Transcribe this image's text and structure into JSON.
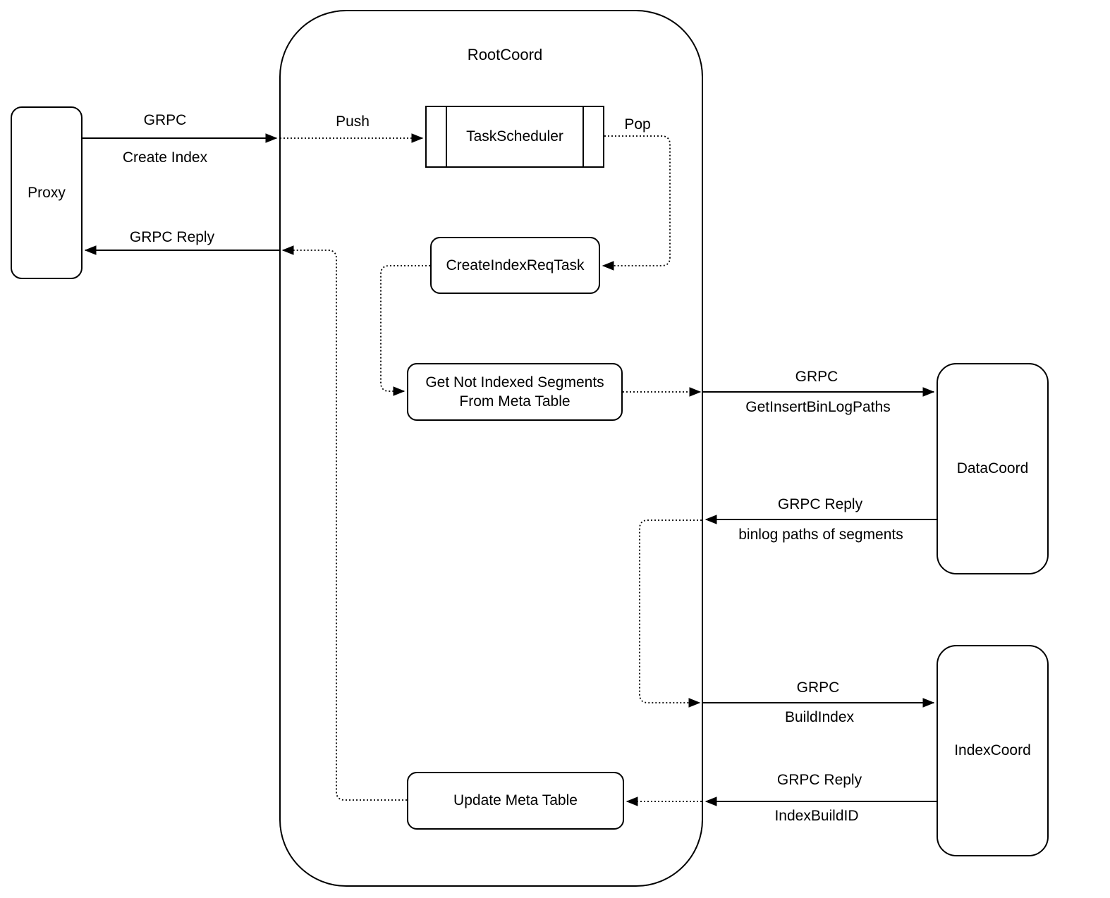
{
  "diagram": {
    "container": {
      "title": "RootCoord"
    },
    "nodes": {
      "proxy": {
        "label": "Proxy"
      },
      "task_scheduler": {
        "label": "TaskScheduler"
      },
      "create_index_req_task": {
        "label": "CreateIndexReqTask"
      },
      "get_not_indexed": {
        "line1": "Get Not Indexed Segments",
        "line2": "From Meta Table"
      },
      "update_meta_table": {
        "label": "Update Meta Table"
      },
      "data_coord": {
        "label": "DataCoord"
      },
      "index_coord": {
        "label": "IndexCoord"
      }
    },
    "edge_labels": {
      "grpc_create": "GRPC",
      "create_index": "Create Index",
      "grpc_reply_proxy": "GRPC Reply",
      "push": "Push",
      "pop": "Pop",
      "grpc_getinsert": "GRPC",
      "get_insert_binlog_paths": "GetInsertBinLogPaths",
      "grpc_reply_binlog": "GRPC Reply",
      "binlog_paths_of_segments": "binlog paths of segments",
      "grpc_build": "GRPC",
      "build_index": "BuildIndex",
      "grpc_reply_indexbuild": "GRPC Reply",
      "index_build_id": "IndexBuildID"
    },
    "colors": {
      "stroke": "#000000",
      "background": "#ffffff"
    }
  }
}
